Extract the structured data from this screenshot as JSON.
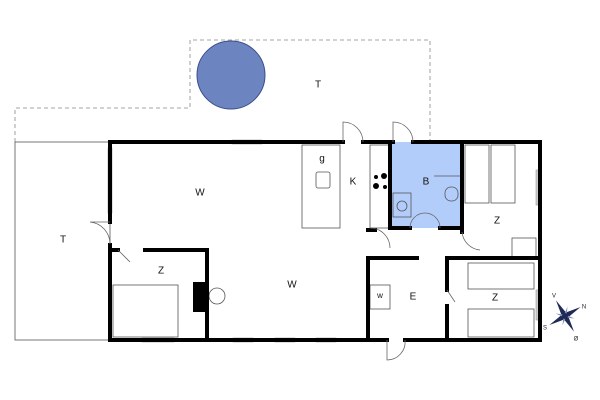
{
  "colors": {
    "bathroom": "#b3cdfa",
    "pool": "#6c84c0",
    "walls": "#000000"
  },
  "rooms": {
    "terrace_top": "T",
    "terrace_left": "T",
    "living_top": "W",
    "living_bottom": "W",
    "kitchen": "K",
    "kitchen_g": "g",
    "bathroom": "B",
    "bedroom_right_top": "Z",
    "bedroom_right_bottom": "Z",
    "bedroom_left": "Z",
    "entrance": "E",
    "utility": "w"
  },
  "compass": {
    "north": "N",
    "south": "S",
    "west": "V",
    "east": "Ø",
    "icon": "compass-rose-icon"
  }
}
